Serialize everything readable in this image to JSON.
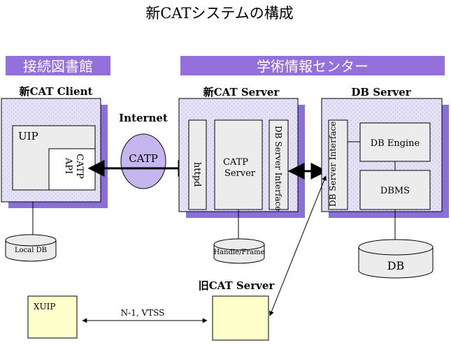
{
  "title": "新CATシステムの構成",
  "sections": {
    "library": "接続図書館",
    "nacsis": "学術情報センター"
  },
  "client": {
    "label": "新CAT Client",
    "uip": "UIP",
    "catp_api_line1": "CATP",
    "catp_api_line2": "API",
    "local_db": "Local DB"
  },
  "internet": {
    "label": "Internet",
    "protocol": "CATP"
  },
  "server": {
    "label": "新CAT Server",
    "httpd": "httpd",
    "catp_server_line1": "CATP",
    "catp_server_line2": "Server",
    "db_interface": "DB Server Interface",
    "handle_frame": "Handle/Frame"
  },
  "dbserver": {
    "label": "DB Server",
    "db_interface": "DB Server Interface",
    "engine": "DB Engine",
    "dbms": "DBMS",
    "db": "DB"
  },
  "old": {
    "label": "旧CAT Server",
    "xuip": "XUIP",
    "link": "N-1, VTSS"
  },
  "colors": {
    "band": "#9370db",
    "shadow": "#8b6fd9",
    "panel": "#e4e2f4",
    "box": "#ececec",
    "ellipse": "#c5b6ef",
    "old_box": "#ffffcc"
  }
}
